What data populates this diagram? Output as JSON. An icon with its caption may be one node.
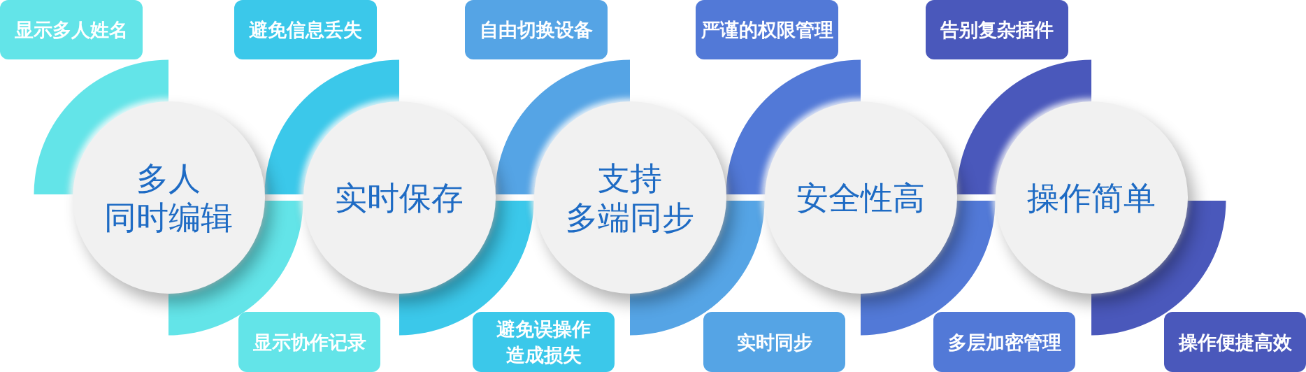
{
  "diagram": {
    "nodes": [
      {
        "text": [
          "显示多人姓名"
        ]
      },
      {
        "text": [
          "避免信息丢失"
        ]
      },
      {
        "text": [
          "自由切换设备"
        ]
      },
      {
        "text": [
          "严谨的权限管理"
        ]
      },
      {
        "text": [
          "告别复杂插件"
        ]
      },
      {
        "text": [
          "多人同时编辑"
        ]
      },
      {
        "text": [
          "实时保存"
        ]
      },
      {
        "text": [
          "支持多端同步"
        ]
      },
      {
        "text": [
          "安全性高"
        ]
      },
      {
        "text": [
          "操作简单"
        ]
      },
      {
        "text": [
          "显示协作记录"
        ]
      },
      {
        "text": [
          "避免误操作造成损失"
        ]
      },
      {
        "text": [
          "实时同步"
        ]
      },
      {
        "text": [
          "多层加密管理"
        ]
      },
      {
        "text": [
          "操作便捷高效"
        ]
      }
    ]
  }
}
